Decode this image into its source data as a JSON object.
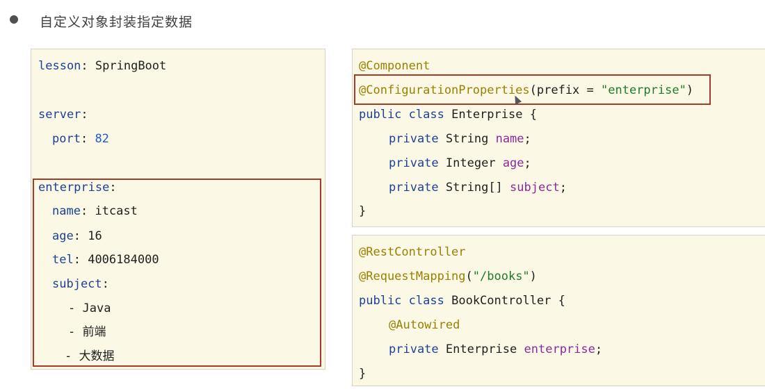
{
  "slide": {
    "heading": "自定义对象封装指定数据"
  },
  "yaml": {
    "lesson_key": "lesson",
    "lesson_value": "SpringBoot",
    "server_key": "server",
    "port_key": "port",
    "port_value": "82",
    "enterprise_key": "enterprise",
    "name_key": "name",
    "name_value": "itcast",
    "age_key": "age",
    "age_value": "16",
    "tel_key": "tel",
    "tel_value": "4006184000",
    "subject_key": "subject",
    "subjects": [
      "Java",
      "前端",
      "大数据"
    ]
  },
  "enterprise_class": {
    "annotation1": "@Component",
    "annotation2": "@ConfigurationProperties",
    "prefix_open": "(prefix = ",
    "prefix_value": "\"enterprise\"",
    "prefix_close": ")",
    "kw_public": "public",
    "kw_class": "class",
    "class_name": "Enterprise {",
    "kw_private": "private",
    "fields": [
      {
        "type": "String",
        "name": "name"
      },
      {
        "type": "Integer",
        "name": "age"
      },
      {
        "type": "String[]",
        "name": "subject"
      }
    ],
    "closing": "}"
  },
  "controller_class": {
    "annotation1": "@RestController",
    "annotation2": "@RequestMapping",
    "mapping_open": "(",
    "mapping_value": "\"/books\"",
    "mapping_close": ")",
    "kw_public": "public",
    "kw_class": "class",
    "class_name": "BookController {",
    "autowired": "@Autowired",
    "kw_private": "private",
    "field_type": "Enterprise",
    "field_name": "enterprise",
    "closing": "}"
  }
}
